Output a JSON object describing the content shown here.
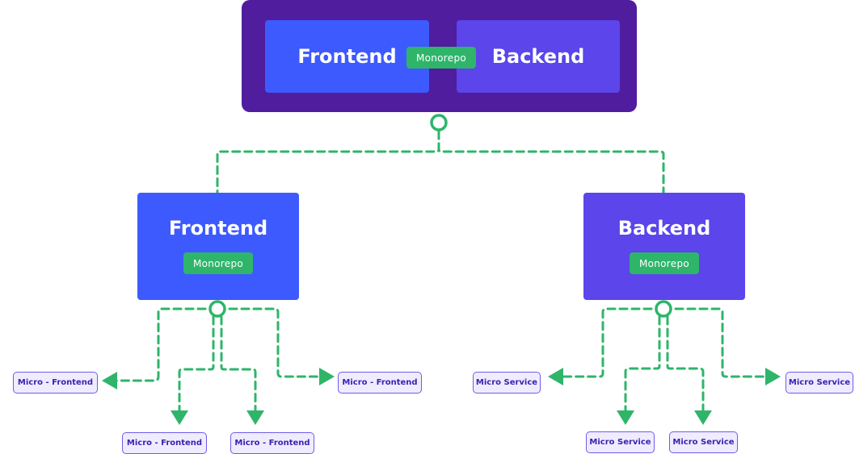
{
  "top": {
    "frontend_label": "Frontend",
    "backend_label": "Backend",
    "badge": "Monorepo"
  },
  "frontend": {
    "title": "Frontend",
    "badge": "Monorepo",
    "children": [
      "Micro - Frontend",
      "Micro - Frontend",
      "Micro - Frontend",
      "Micro - Frontend"
    ]
  },
  "backend": {
    "title": "Backend",
    "badge": "Monorepo",
    "children": [
      "Micro Service",
      "Micro Service",
      "Micro Service",
      "Micro Service"
    ]
  },
  "colors": {
    "container": "#4f1d9e",
    "frontend": "#3d5afe",
    "backend": "#5b45eb",
    "connector": "#2eb56a",
    "leaf_bg": "#efecff",
    "leaf_border": "#6f5cea"
  }
}
